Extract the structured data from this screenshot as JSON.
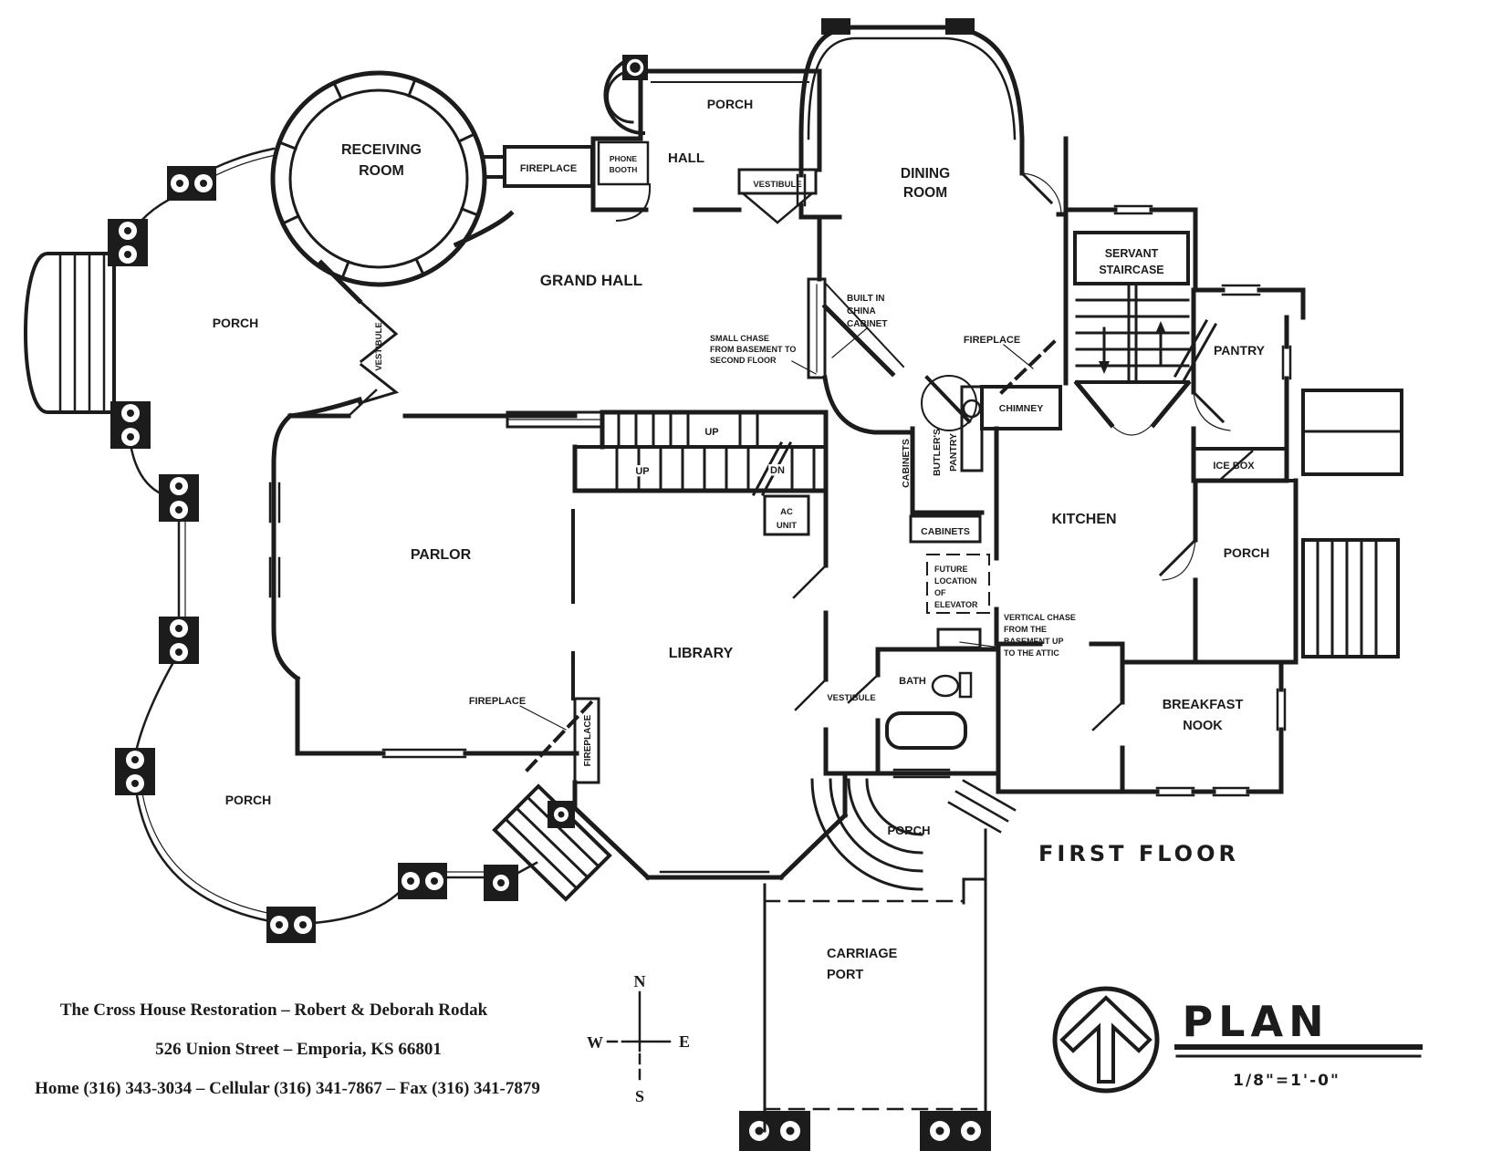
{
  "colors": {
    "ink": "#1c1c1c",
    "paper": "#ffffff"
  },
  "plan": {
    "rooms": {
      "receiving_room": [
        "RECEIVING",
        "ROOM"
      ],
      "porch": "PORCH",
      "hall": "HALL",
      "grand_hall": "GRAND HALL",
      "dining_room": [
        "DINING",
        "ROOM"
      ],
      "servant_staircase": [
        "SERVANT",
        "STAIRCASE"
      ],
      "pantry": "PANTRY",
      "kitchen": "KITCHEN",
      "parlor": "PARLOR",
      "library": "LIBRARY",
      "breakfast_nook": [
        "BREAKFAST",
        "NOOK"
      ],
      "carriage_port": [
        "CARRIAGE",
        "PORT"
      ],
      "bath": "BATH",
      "vestibule": "VESTIBULE",
      "phone_booth": [
        "PHONE",
        "BOOTH"
      ],
      "butlers_pantry": [
        "BUTLER'S",
        "PANTRY"
      ]
    },
    "features": {
      "fireplace": "FIREPLACE",
      "chimney": "CHIMNEY",
      "ice_box": "ICE BOX",
      "cabinets": "CABINETS",
      "ac_unit": [
        "AC",
        "UNIT"
      ],
      "up": "UP",
      "dn": "DN"
    },
    "notes": {
      "china_cabinet": [
        "BUILT IN",
        "CHINA",
        "CABINET"
      ],
      "small_chase": [
        "SMALL CHASE",
        "FROM BASEMENT TO",
        "SECOND FLOOR"
      ],
      "vertical_chase": [
        "VERTICAL CHASE",
        "FROM THE",
        "BASEMENT UP",
        "TO THE ATTIC"
      ],
      "future_elevator": [
        "FUTURE",
        "LOCATION",
        "OF",
        "ELEVATOR"
      ]
    },
    "compass": {
      "n": "N",
      "e": "E",
      "s": "S",
      "w": "W"
    }
  },
  "title_block": {
    "floor_label": "FIRST FLOOR",
    "drawing_title": "PLAN",
    "scale": "1/8\"=1'-0\""
  },
  "footer": {
    "line1": "The Cross House Restoration – Robert & Deborah Rodak",
    "line2": "526 Union Street – Emporia, KS 66801",
    "line3": "Home (316) 343-3034 – Cellular (316) 341-7867 – Fax (316) 341-7879"
  }
}
